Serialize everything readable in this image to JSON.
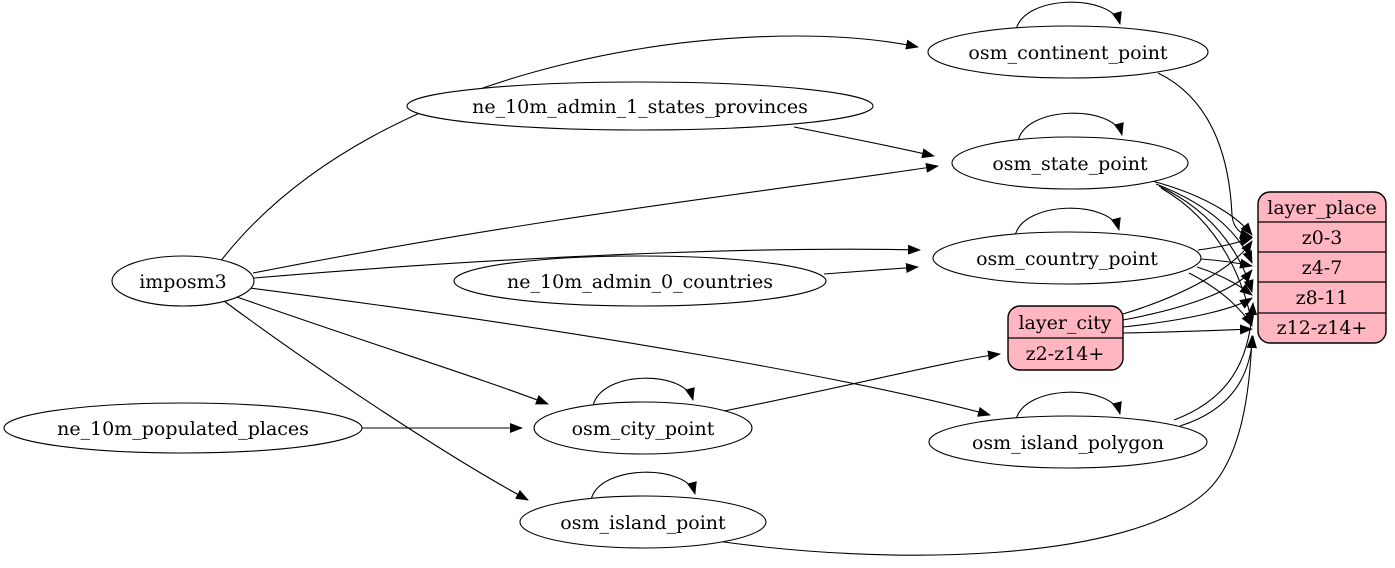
{
  "diagram_type": "etl-graph",
  "colors": {
    "background": "#ffffff",
    "table_fill": "#ffffff",
    "layer_fill": "#ffb6c1",
    "stroke": "#000000"
  },
  "nodes": {
    "imposm3": {
      "label": "imposm3"
    },
    "ne_10m_admin_1_states_provinces": {
      "label": "ne_10m_admin_1_states_provinces"
    },
    "ne_10m_admin_0_countries": {
      "label": "ne_10m_admin_0_countries"
    },
    "ne_10m_populated_places": {
      "label": "ne_10m_populated_places"
    },
    "osm_continent_point": {
      "label": "osm_continent_point"
    },
    "osm_state_point": {
      "label": "osm_state_point"
    },
    "osm_country_point": {
      "label": "osm_country_point"
    },
    "osm_city_point": {
      "label": "osm_city_point"
    },
    "osm_island_polygon": {
      "label": "osm_island_polygon"
    },
    "osm_island_point": {
      "label": "osm_island_point"
    }
  },
  "records": {
    "layer_city": {
      "title": "layer_city",
      "rows": [
        "z2-z14+"
      ]
    },
    "layer_place": {
      "title": "layer_place",
      "rows": [
        "z0-3",
        "z4-7",
        "z8-11",
        "z12-z14+"
      ]
    }
  },
  "edges": [
    {
      "from": "imposm3",
      "to": "osm_continent_point"
    },
    {
      "from": "imposm3",
      "to": "osm_state_point"
    },
    {
      "from": "imposm3",
      "to": "osm_country_point"
    },
    {
      "from": "imposm3",
      "to": "osm_city_point"
    },
    {
      "from": "imposm3",
      "to": "osm_island_polygon"
    },
    {
      "from": "imposm3",
      "to": "osm_island_point"
    },
    {
      "from": "ne_10m_admin_1_states_provinces",
      "to": "osm_state_point"
    },
    {
      "from": "ne_10m_admin_0_countries",
      "to": "osm_country_point"
    },
    {
      "from": "ne_10m_populated_places",
      "to": "osm_city_point"
    },
    {
      "from": "osm_continent_point",
      "to": "osm_continent_point"
    },
    {
      "from": "osm_state_point",
      "to": "osm_state_point"
    },
    {
      "from": "osm_country_point",
      "to": "osm_country_point"
    },
    {
      "from": "osm_city_point",
      "to": "osm_city_point"
    },
    {
      "from": "osm_island_polygon",
      "to": "osm_island_polygon"
    },
    {
      "from": "osm_island_point",
      "to": "osm_island_point"
    },
    {
      "from": "osm_continent_point",
      "to": "layer_place:z0-3"
    },
    {
      "from": "osm_state_point",
      "to": "layer_place:z0-3"
    },
    {
      "from": "osm_state_point",
      "to": "layer_place:z4-7"
    },
    {
      "from": "osm_state_point",
      "to": "layer_place:z8-11"
    },
    {
      "from": "osm_state_point",
      "to": "layer_place:z12-z14+"
    },
    {
      "from": "osm_country_point",
      "to": "layer_place:z0-3"
    },
    {
      "from": "osm_country_point",
      "to": "layer_place:z4-7"
    },
    {
      "from": "osm_country_point",
      "to": "layer_place:z8-11"
    },
    {
      "from": "osm_country_point",
      "to": "layer_place:z12-z14+"
    },
    {
      "from": "osm_city_point",
      "to": "layer_city:z2-z14+"
    },
    {
      "from": "layer_city",
      "to": "layer_place:z0-3"
    },
    {
      "from": "layer_city",
      "to": "layer_place:z4-7"
    },
    {
      "from": "layer_city",
      "to": "layer_place:z8-11"
    },
    {
      "from": "layer_city",
      "to": "layer_place:z12-z14+"
    },
    {
      "from": "osm_island_polygon",
      "to": "layer_place:z8-11"
    },
    {
      "from": "osm_island_polygon",
      "to": "layer_place:z12-z14+"
    },
    {
      "from": "osm_island_point",
      "to": "layer_place:z12-z14+"
    }
  ]
}
